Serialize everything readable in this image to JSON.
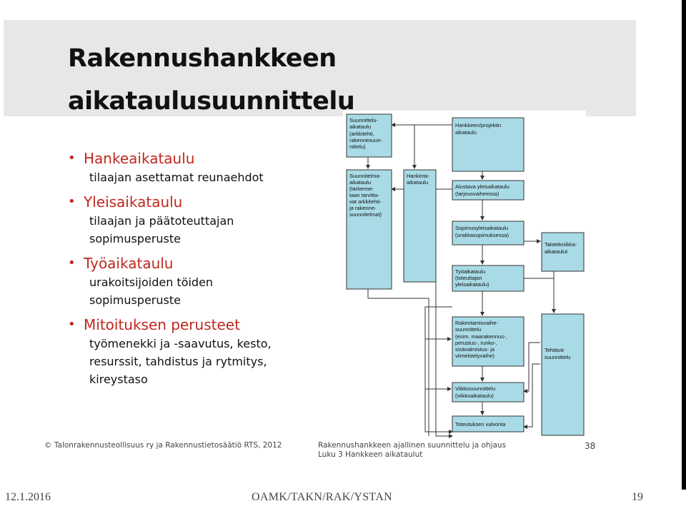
{
  "title": {
    "line1": "Rakennushankkeen",
    "line2": "aikataulusuunnittelu"
  },
  "bullets": [
    {
      "head": "Hankeaikataulu",
      "sub": "tilaajan asettamat reunaehdot"
    },
    {
      "head": "Yleisaikataulu",
      "sub": "tilaajan ja päätoteuttajan\nsopimusperuste"
    },
    {
      "head": "Työaikataulu",
      "sub": "urakoitsijoiden töiden\nsopimusperuste"
    },
    {
      "head": "Mitoituksen perusteet",
      "sub": "työmenekki ja -saavutus, kesto,\nresurssit, tahdistus ja rytmitys,\nkireystaso"
    }
  ],
  "diagram": {
    "suunnittelu": [
      "Suunnittelu-",
      "aikataulu",
      "(arkkitehti,",
      "rakennesuun-",
      "nittelu)"
    ],
    "suunnitelma": [
      "Suunnitelma-",
      "aikataulu",
      "",
      "(tarkenne-",
      "taan tarvitta-",
      "vat arkkitehti-",
      "ja rakenne-",
      "suunnitelmat)"
    ],
    "hankinta": [
      "Hankinta-",
      "aikataulu"
    ],
    "hanke": [
      "Hankkeen/projektin",
      "aikataulu"
    ],
    "alustava": [
      "Alustava yleisaikataulu",
      "(tarjousvaiheessa)"
    ],
    "sopimus": [
      "Sopimusyleisaikataulu",
      "(urakkasopimuksessa)"
    ],
    "talotekniikka": [
      "Talotekniikka-",
      "aikataulut"
    ],
    "tyo": [
      "Työaikataulu",
      "(toteuttajan",
      "yleisaikataulu)"
    ],
    "rakentamisvaihe": [
      "Rakentamisvaihe-",
      "suunnittelu",
      "(esim. maarakennus-,",
      "perustus-, runko-,",
      "sisävalmistus- ja",
      "viimeistelyvaihe)"
    ],
    "tehtava": [
      "Tehtävä-",
      "suunnittelu"
    ],
    "viikko": [
      "Viikkosuunnittelu",
      "(viikkoaikataulu)"
    ],
    "valvonta": [
      "Toteutuksen valvonta"
    ]
  },
  "footer": {
    "copyright": "© Talonrakennusteollisuus ry ja Rakennustietosäätiö RTS, 2012",
    "mid_line1": "Rakennushankkeen ajallinen suunnittelu ja ohjaus",
    "mid_line2": "Luku 3 Hankkeen aikataulut",
    "num": "38"
  },
  "slide_footer": {
    "date": "12.1.2016",
    "center": "OAMK/TAKN/RAK/YSTAN",
    "page": "19"
  }
}
